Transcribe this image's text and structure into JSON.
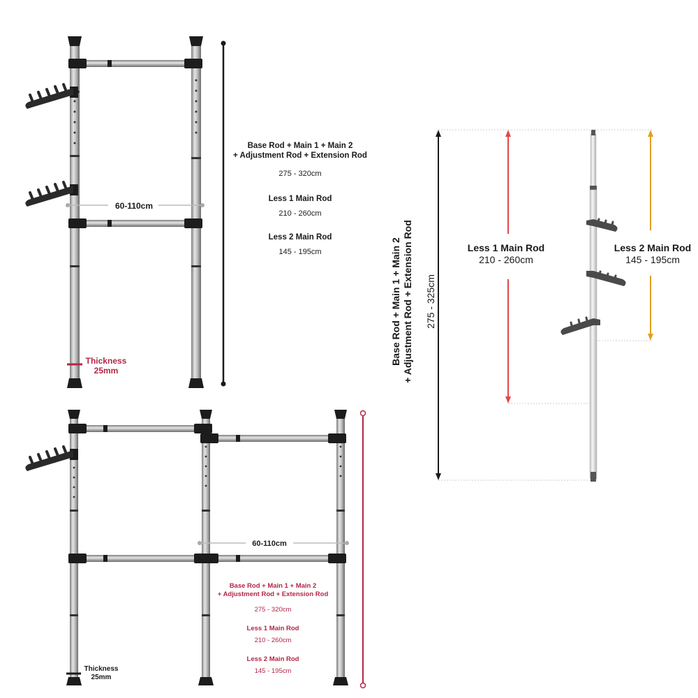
{
  "colors": {
    "ink": "#1a1a1a",
    "accent_red": "#b22746",
    "line_red": "#e04848",
    "line_orange": "#e0a020",
    "rod_silver": "#bdbdbd",
    "rod_dark": "#222222",
    "guide_gray": "#cfcfcf"
  },
  "rack1": {
    "width_label": "60-110cm",
    "thickness_label": "Thickness",
    "thickness_value": "25mm",
    "spec_full_label_line1": "Base Rod + Main 1 + Main 2",
    "spec_full_label_line2": "+ Adjustment Rod + Extension Rod",
    "spec_full_range": "275 - 320cm",
    "spec_less1_label": "Less 1 Main Rod",
    "spec_less1_range": "210 - 260cm",
    "spec_less2_label": "Less 2 Main Rod",
    "spec_less2_range": "145 - 195cm"
  },
  "rack2": {
    "width_label": "60-110cm",
    "thickness_label": "Thickness",
    "thickness_value": "25mm",
    "spec_full_label_line1": "Base Rod + Main 1 + Main 2",
    "spec_full_label_line2": "+ Adjustment Rod + Extension Rod",
    "spec_full_range": "275 - 320cm",
    "spec_less1_label": "Less 1 Main Rod",
    "spec_less1_range": "210 - 260cm",
    "spec_less2_label": "Less 2 Main Rod",
    "spec_less2_range": "145 - 195cm"
  },
  "pole": {
    "vertical_label_line1": "Base Rod + Main 1 + Main 2",
    "vertical_label_line2": "+ Adjustment Rod + Extension Rod",
    "vertical_range": "275 - 325cm",
    "less1_label": "Less 1 Main Rod",
    "less1_range": "210 - 260cm",
    "less2_label": "Less 2 Main Rod",
    "less2_range": "145 - 195cm"
  }
}
